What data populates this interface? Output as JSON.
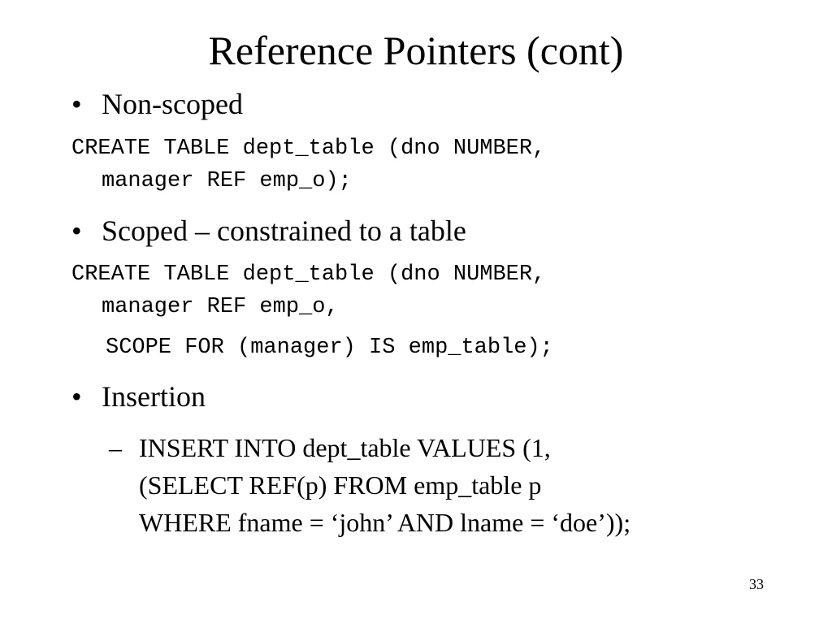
{
  "slide": {
    "title": "Reference Pointers (cont)",
    "bullets": [
      {
        "symbol": "•",
        "text": "Non-scoped",
        "code_line1": "CREATE TABLE dept_table (dno NUMBER,",
        "code_line2": "manager REF emp_o);"
      },
      {
        "symbol": "•",
        "text": "Scoped – constrained to a table",
        "code_line1": "CREATE TABLE dept_table (dno NUMBER,",
        "code_line2": "manager REF emp_o,",
        "code_line3": "SCOPE FOR (manager) IS emp_table);"
      },
      {
        "symbol": "•",
        "text": "Insertion",
        "sub": {
          "symbol": "–",
          "line1": "INSERT INTO dept_table  VALUES (1,",
          "line2": "(SELECT REF(p) FROM emp_table p",
          "line3": "WHERE fname = ‘john’ AND lname = ‘doe’));"
        }
      }
    ],
    "page_number": "33"
  }
}
